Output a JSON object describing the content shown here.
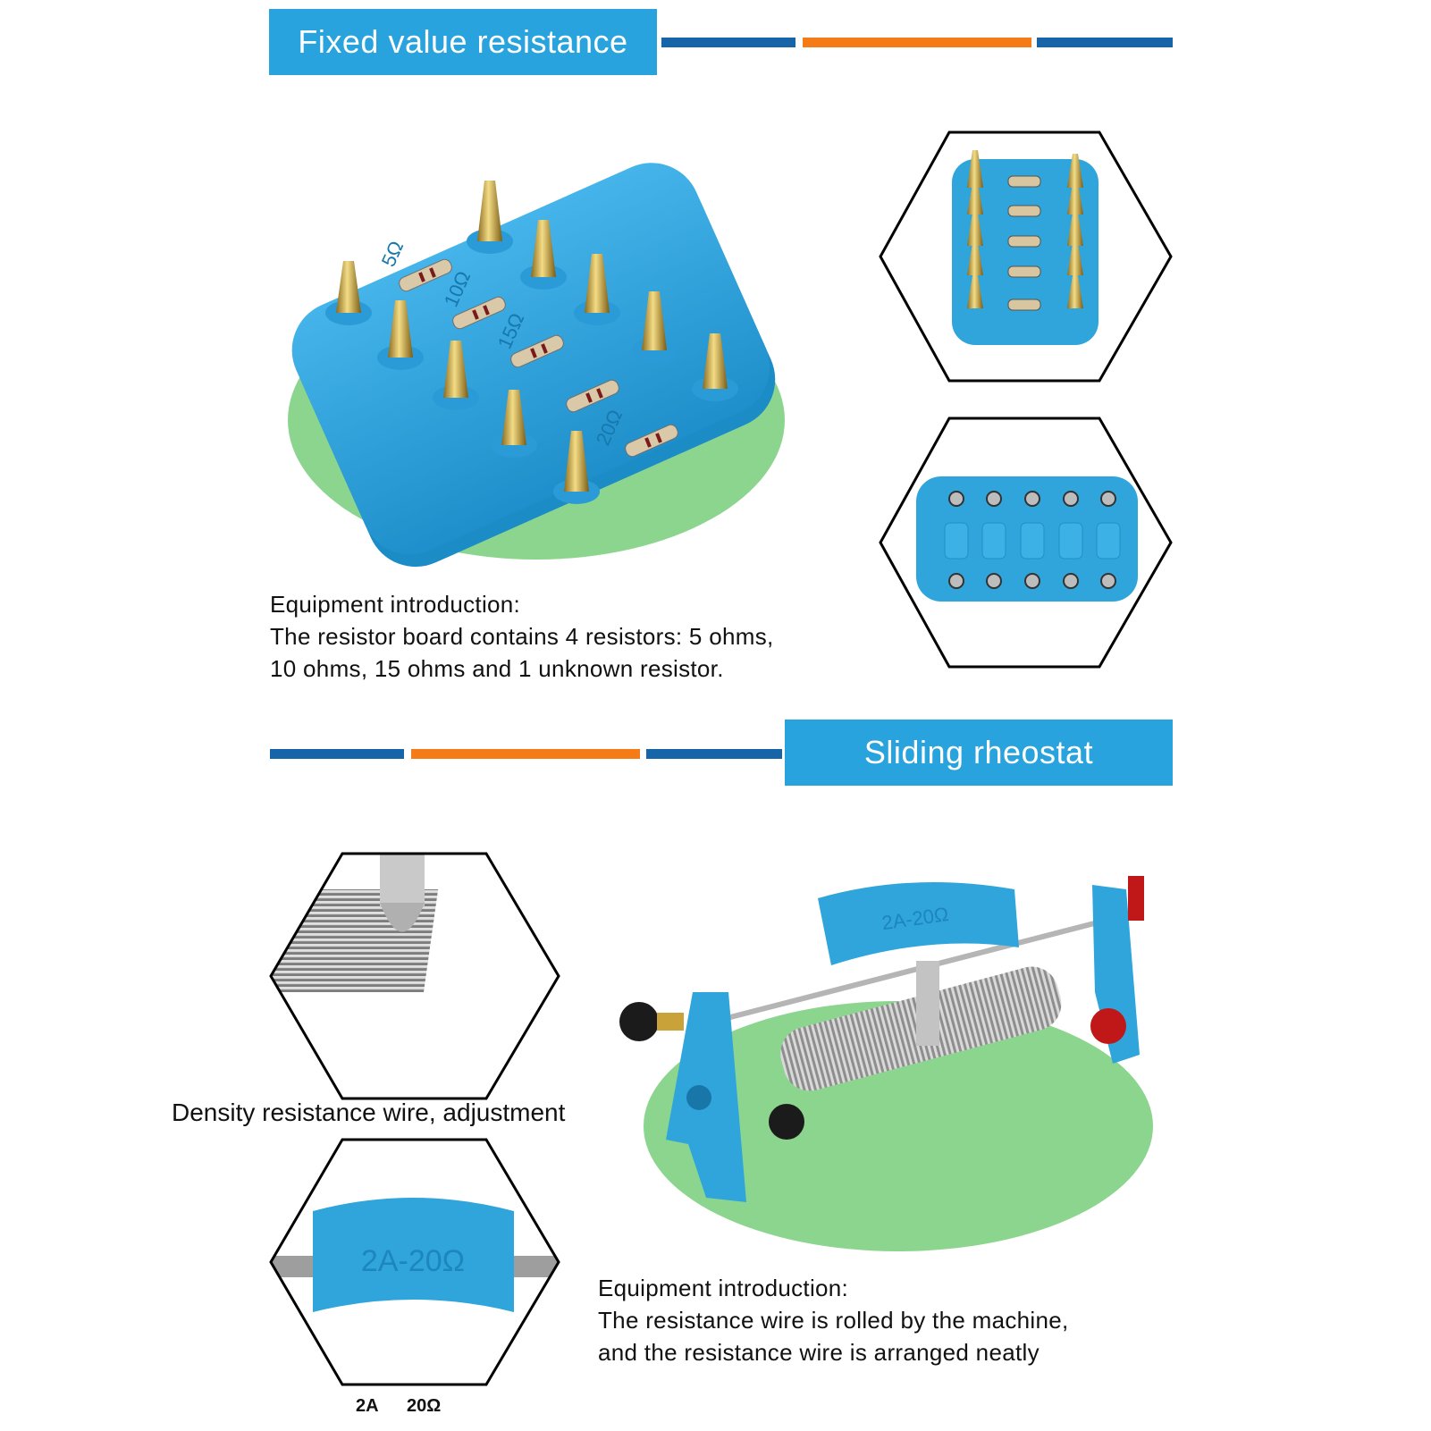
{
  "section1": {
    "title": "Fixed value resistance",
    "intro_heading": "Equipment introduction:",
    "intro_line1": "The resistor board contains 4 resistors: 5 ohms,",
    "intro_line2": "10 ohms, 15 ohms and 1 unknown resistor.",
    "board_labels": [
      "5Ω",
      "10Ω",
      "15Ω",
      "20Ω"
    ]
  },
  "section2": {
    "title": "Sliding rheostat",
    "wire_caption": "Density resistance wire, adjustment",
    "slider_text": "2A-20Ω",
    "rating_current": "2A",
    "rating_resistance": "20Ω",
    "intro_heading": "Equipment introduction:",
    "intro_line1": "The resistance wire is rolled by the machine,",
    "intro_line2": "and the resistance wire is arranged neatly"
  },
  "colors": {
    "banner_blue": "#29a3de",
    "bar_blue": "#1565a8",
    "bar_orange": "#f47b16",
    "plastic_blue": "#2fa5dc",
    "base_green": "#8bd58f"
  }
}
